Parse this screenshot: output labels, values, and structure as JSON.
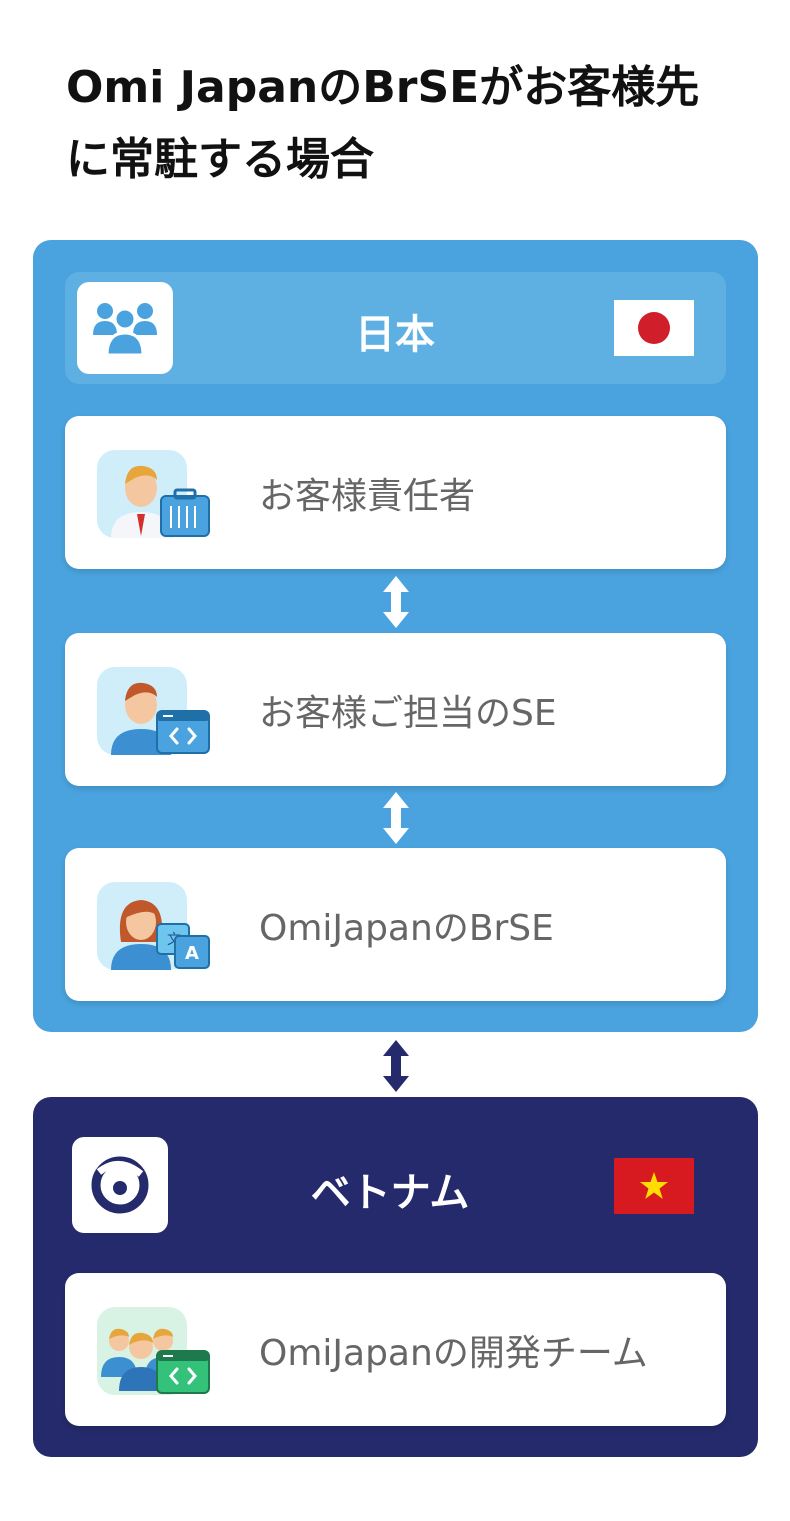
{
  "title": {
    "line1": "Omi JapanのBrSEがお客様先",
    "line2": "に常駐する場合"
  },
  "japan": {
    "label": "日本",
    "icon": "group-icon",
    "flag": "japan-flag",
    "cards": [
      {
        "label": "お客様責任者",
        "icon": "manager-with-briefcase-icon"
      },
      {
        "label": "お客様ご担当のSE",
        "icon": "engineer-with-code-icon"
      },
      {
        "label": "OmiJapanのBrSE",
        "icon": "translator-icon"
      }
    ]
  },
  "vietnam": {
    "label": "ベトナム",
    "icon": "omi-logo-icon",
    "flag": "vietnam-flag",
    "cards": [
      {
        "label": "OmiJapanの開発チーム",
        "icon": "dev-team-with-code-icon"
      }
    ]
  },
  "colors": {
    "japan_panel": "#4aa3de",
    "vietnam_panel": "#242a6b",
    "japan_flag_red": "#d01f2a",
    "vietnam_flag_red": "#d71920",
    "vietnam_flag_star": "#ffdd00"
  }
}
